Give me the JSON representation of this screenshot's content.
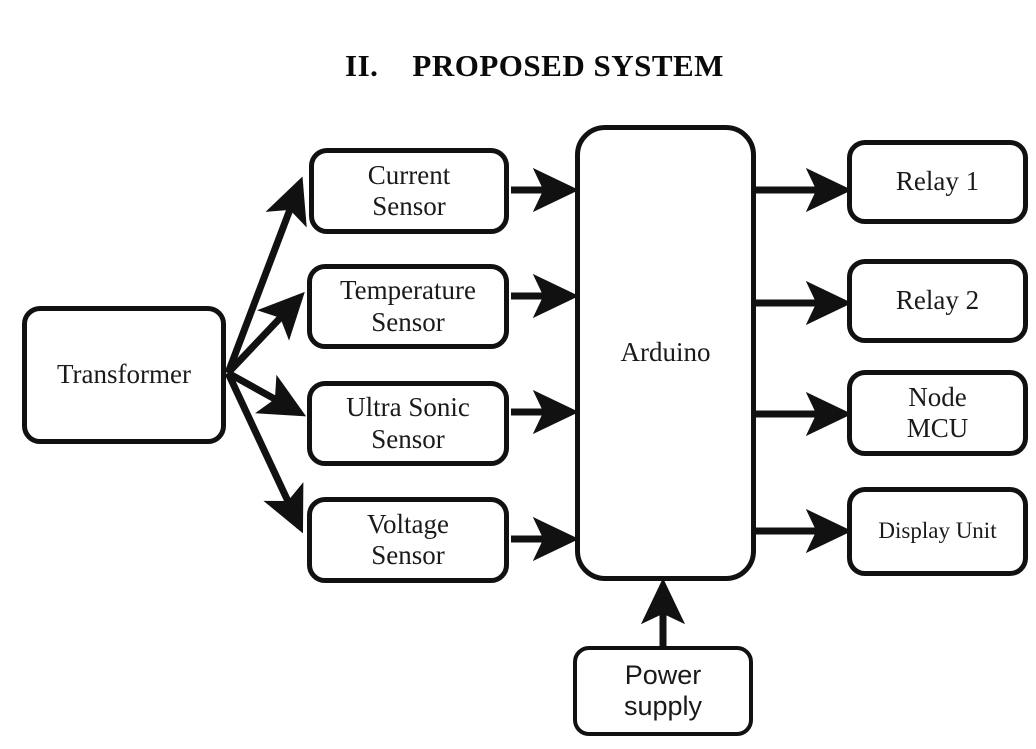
{
  "heading": {
    "numeral": "II.",
    "title": "PROPOSED SYSTEM"
  },
  "diagram": {
    "type": "block-diagram",
    "nodes": {
      "transformer": {
        "label": "Transformer"
      },
      "current_sensor": {
        "label": "Current\nSensor"
      },
      "temperature_sensor": {
        "label": "Temperature\nSensor"
      },
      "ultrasonic_sensor": {
        "label": "Ultra Sonic\nSensor"
      },
      "voltage_sensor": {
        "label": "Voltage\nSensor"
      },
      "controller": {
        "label": "Arduino"
      },
      "relay_1": {
        "label": "Relay 1"
      },
      "relay_2": {
        "label": "Relay 2"
      },
      "node_mcu": {
        "label": "Node\nMCU"
      },
      "display_unit": {
        "label": "Display Unit"
      },
      "power_supply": {
        "label": "Power\nsupply"
      }
    },
    "edges": [
      {
        "from": "transformer",
        "to": "current_sensor"
      },
      {
        "from": "transformer",
        "to": "temperature_sensor"
      },
      {
        "from": "transformer",
        "to": "ultrasonic_sensor"
      },
      {
        "from": "transformer",
        "to": "voltage_sensor"
      },
      {
        "from": "current_sensor",
        "to": "controller"
      },
      {
        "from": "temperature_sensor",
        "to": "controller"
      },
      {
        "from": "ultrasonic_sensor",
        "to": "controller"
      },
      {
        "from": "voltage_sensor",
        "to": "controller"
      },
      {
        "from": "controller",
        "to": "relay_1"
      },
      {
        "from": "controller",
        "to": "relay_2"
      },
      {
        "from": "controller",
        "to": "node_mcu"
      },
      {
        "from": "controller",
        "to": "display_unit"
      },
      {
        "from": "power_supply",
        "to": "controller"
      }
    ],
    "colors": {
      "stroke": "#111111",
      "background": "#ffffff",
      "text": "#1a1a1a"
    }
  }
}
